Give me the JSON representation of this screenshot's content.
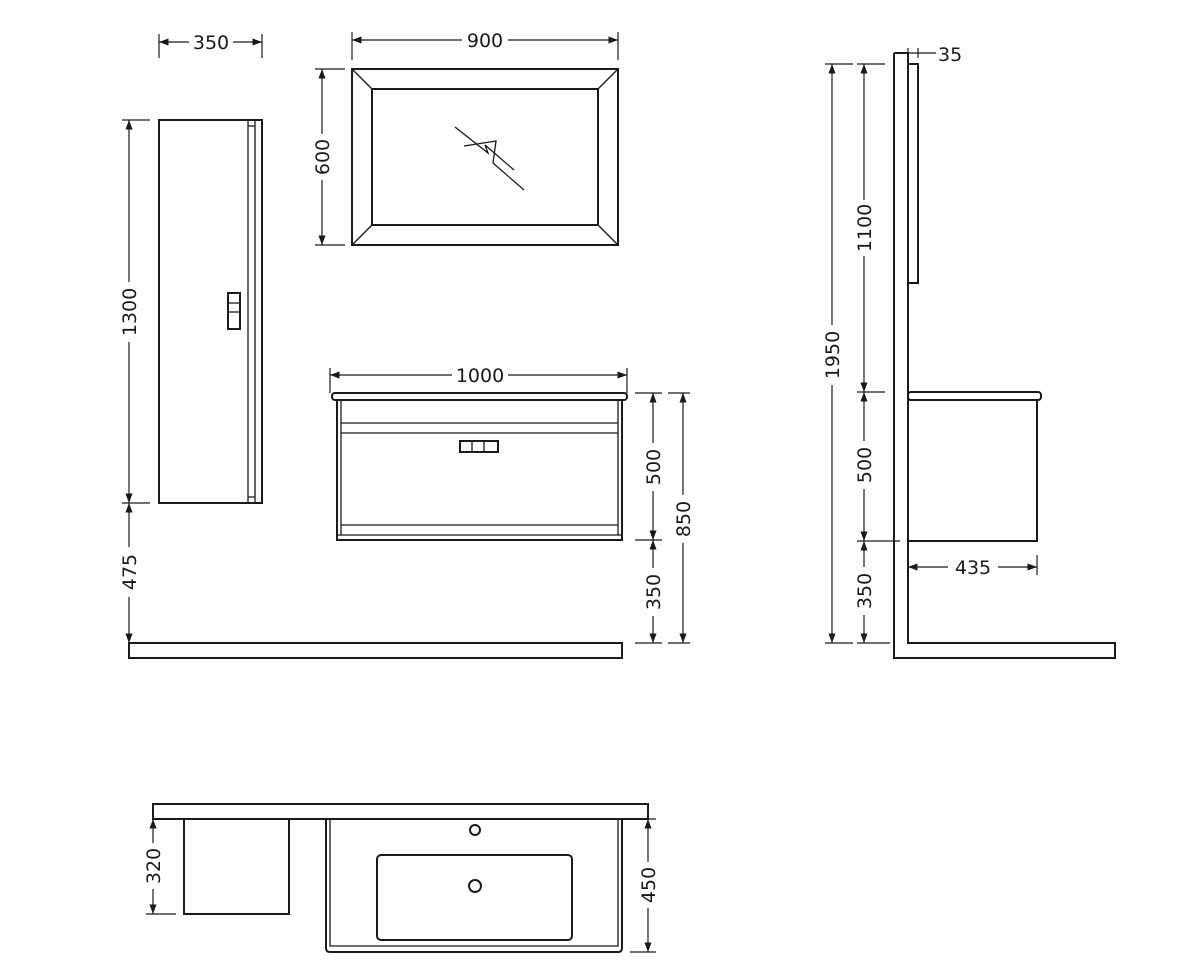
{
  "drawing": {
    "colors": {
      "line": "#1a1a1a",
      "background": "#ffffff"
    },
    "front_view": {
      "tall_cabinet": {
        "width": "350",
        "height": "1300",
        "floor_clearance": "475"
      },
      "mirror": {
        "width": "900",
        "height": "600"
      },
      "vanity": {
        "width": "1000",
        "height": "500",
        "floor_clearance": "350",
        "total_height": "850"
      }
    },
    "side_view": {
      "mirror_depth": "35",
      "total_height": "1950",
      "mirror_to_vanity": "1100",
      "vanity_height": "500",
      "floor_clearance": "350",
      "vanity_depth": "435"
    },
    "plan_view": {
      "tall_cabinet_depth": "320",
      "vanity_depth": "450"
    }
  }
}
